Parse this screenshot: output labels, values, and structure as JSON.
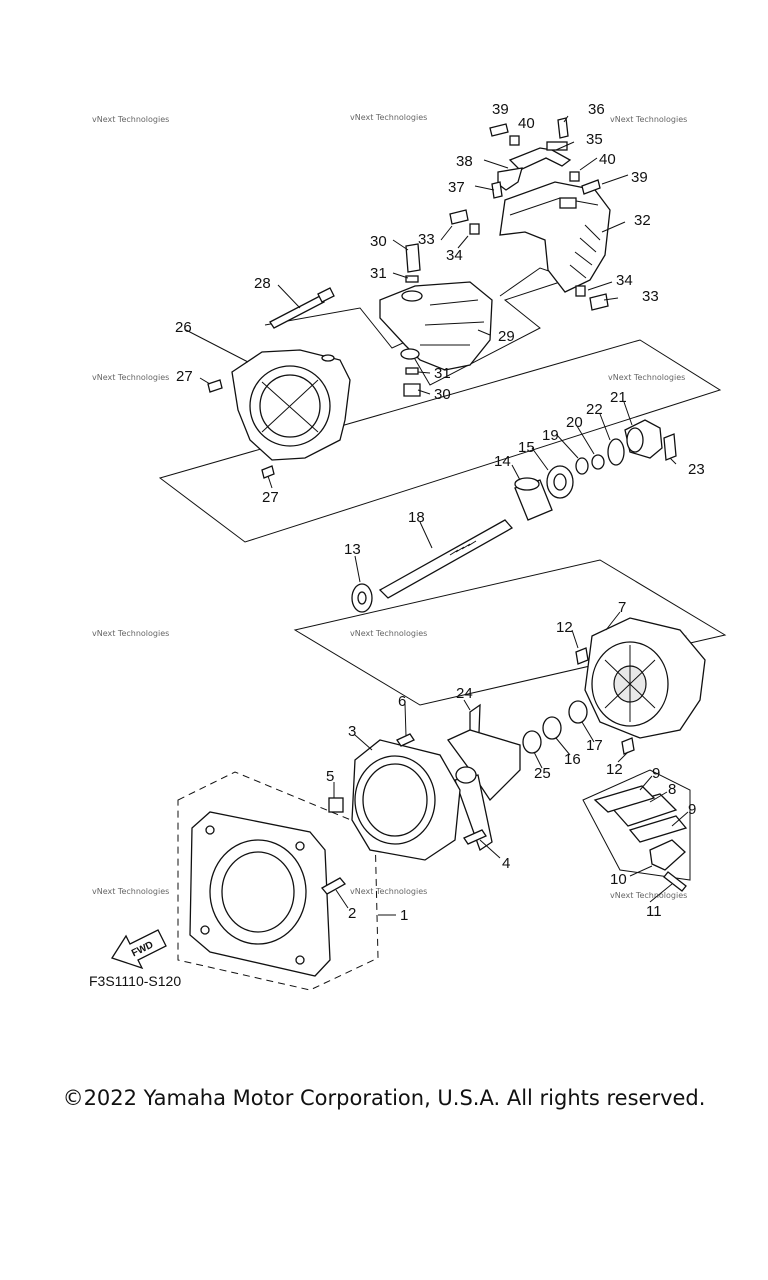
{
  "diagram": {
    "code": "F3S1110-S120",
    "fwd_label": "FWD",
    "watermark": "vNext Technologies",
    "copyright": "©2022 Yamaha Motor Corporation, U.S.A. All rights reserved."
  },
  "callouts": {
    "p1": "1",
    "p2": "2",
    "p3": "3",
    "p4": "4",
    "p5": "5",
    "p6": "6",
    "p7": "7",
    "p8": "8",
    "p9a": "9",
    "p9b": "9",
    "p10": "10",
    "p11": "11",
    "p12a": "12",
    "p12b": "12",
    "p13": "13",
    "p14": "14",
    "p15": "15",
    "p16": "16",
    "p17": "17",
    "p18": "18",
    "p19": "19",
    "p20": "20",
    "p21": "21",
    "p22": "22",
    "p23": "23",
    "p24": "24",
    "p25": "25",
    "p26": "26",
    "p27a": "27",
    "p27b": "27",
    "p28": "28",
    "p29": "29",
    "p30a": "30",
    "p30b": "30",
    "p31a": "31",
    "p31b": "31",
    "p32": "32",
    "p33a": "33",
    "p33b": "33",
    "p34a": "34",
    "p34b": "34",
    "p35": "35",
    "p36": "36",
    "p37": "37",
    "p38": "38",
    "p39a": "39",
    "p39b": "39",
    "p40a": "40",
    "p40b": "40"
  }
}
